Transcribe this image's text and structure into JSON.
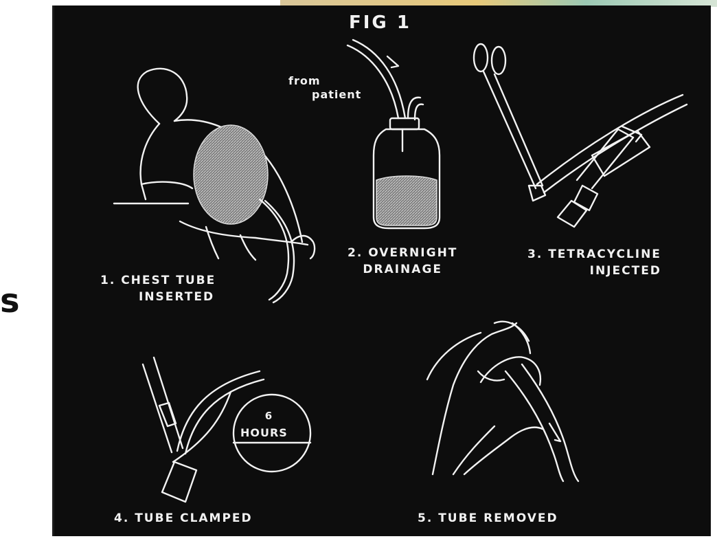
{
  "figure_title": "FIG 1",
  "edge_glyph": "s",
  "annotation": {
    "line1": "from",
    "line2": "patient"
  },
  "steps": [
    {
      "line1": "1. CHEST  TUBE",
      "line2": "INSERTED"
    },
    {
      "line1": "2. OVERNIGHT",
      "line2": "DRAINAGE"
    },
    {
      "line1": "3. TETRACYCLINE",
      "line2": "INJECTED"
    },
    {
      "line1": "4. TUBE  CLAMPED"
    },
    {
      "line1": "5. TUBE  REMOVED"
    }
  ],
  "clock": {
    "number": "6",
    "unit": "HOURS"
  },
  "colors": {
    "background": "#0d0d0d",
    "line": "#f2f2f2",
    "fill": "#9a9a9a"
  }
}
